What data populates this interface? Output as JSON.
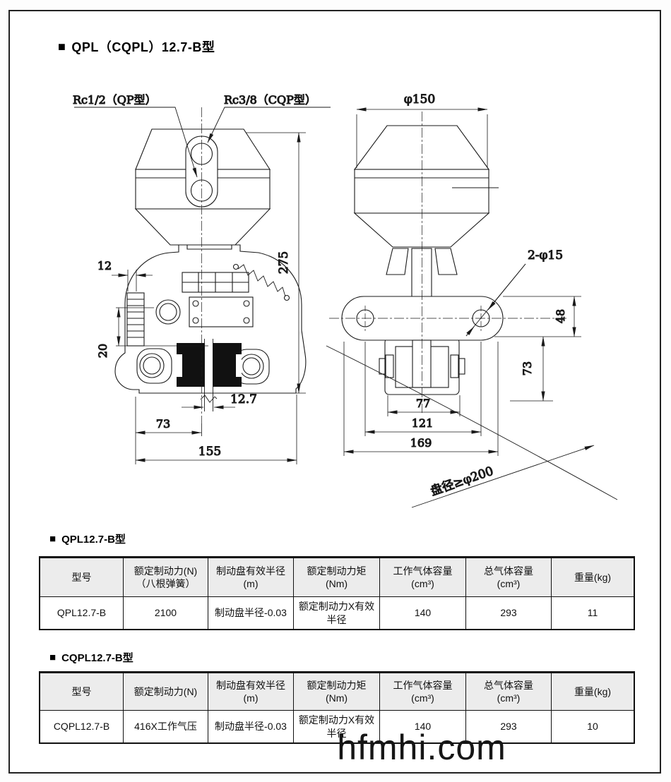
{
  "page": {
    "main_section": {
      "bullet": "■",
      "title": "QPL（CQPL）12.7-B型"
    },
    "watermark": "hfmhi.com"
  },
  "drawings": {
    "front": {
      "port_qp_label": "Rc1/2（QP型）",
      "port_cqp_label": "Rc3/8（CQP型）",
      "dim_bracket_width": "12",
      "dim_bracket_height": "20",
      "dim_total_height": "275",
      "dim_disc_thickness": "12.7",
      "dim_center_offset": "73",
      "dim_total_width": "155"
    },
    "side": {
      "dim_diameter": "φ150",
      "holes_label": "2-φ15",
      "dim_caliper_width": "77",
      "dim_hole_spacing": "121",
      "dim_plate_length": "169",
      "dim_48": "48",
      "dim_73": "73",
      "disc_note": "盘径≥φ200"
    }
  },
  "tables": {
    "qpl": {
      "bullet": "■",
      "section_title": "QPL12.7-B型",
      "headers": [
        "型号",
        "额定制动力(N)\n（八根弹簧）",
        "制动盘有效半径\n(m)",
        "额定制动力矩\n(Nm)",
        "工作气体容量\n(cm³)",
        "总气体容量\n(cm³)",
        "重量(kg)"
      ],
      "rows": [
        [
          "QPL12.7-B",
          "2100",
          "制动盘半径-0.03",
          "额定制动力X有效半径",
          "140",
          "293",
          "11"
        ]
      ]
    },
    "cqpl": {
      "bullet": "■",
      "section_title": "CQPL12.7-B型",
      "headers": [
        "型号",
        "额定制动力(N)",
        "制动盘有效半径\n(m)",
        "额定制动力矩\n(Nm)",
        "工作气体容量\n(cm³)",
        "总气体容量\n(cm³)",
        "重量(kg)"
      ],
      "rows": [
        [
          "CQPL12.7-B",
          "416X工作气压",
          "制动盘半径-0.03",
          "额定制动力X有效半径",
          "140",
          "293",
          "10"
        ]
      ]
    }
  },
  "colors": {
    "table_header_bg": "#ececec",
    "line": "#1a1a1a"
  }
}
